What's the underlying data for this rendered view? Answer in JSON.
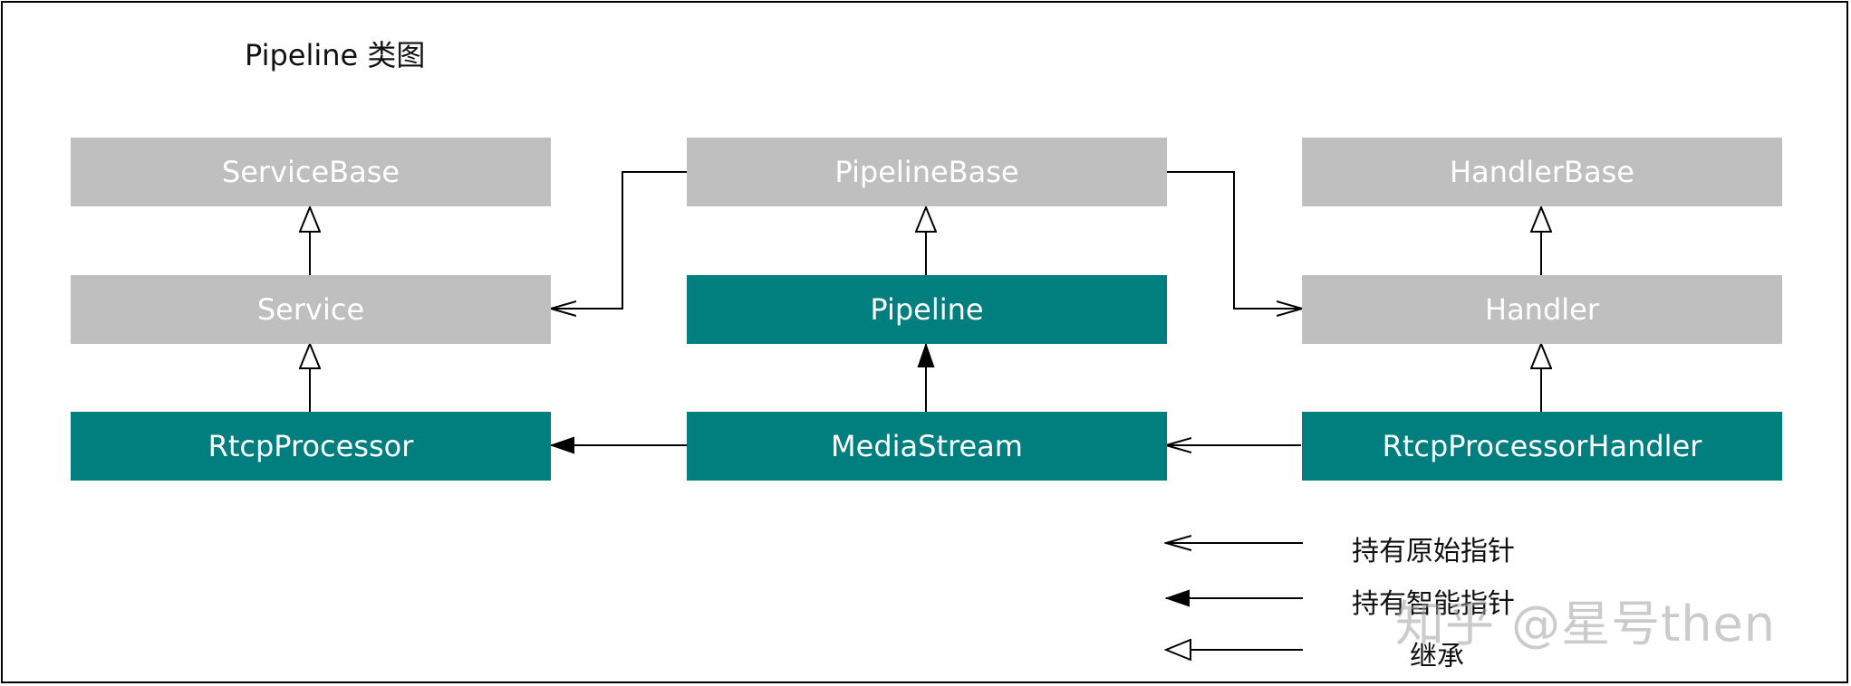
{
  "title": "Pipeline 类图",
  "boxes": {
    "service_base": "ServiceBase",
    "pipeline_base": "PipelineBase",
    "handler_base": "HandlerBase",
    "service": "Service",
    "pipeline": "Pipeline",
    "handler": "Handler",
    "rtcp_processor": "RtcpProcessor",
    "media_stream": "MediaStream",
    "rtcp_processor_handler": "RtcpProcessorHandler"
  },
  "legend": {
    "raw_pointer": "持有原始指针",
    "smart_pointer": "持有智能指针",
    "inheritance": "继承"
  },
  "watermark": "知乎 @星号then",
  "colors": {
    "gray_box": "#bfbfbf",
    "teal_box": "#007f7e",
    "lines": "#000000"
  }
}
